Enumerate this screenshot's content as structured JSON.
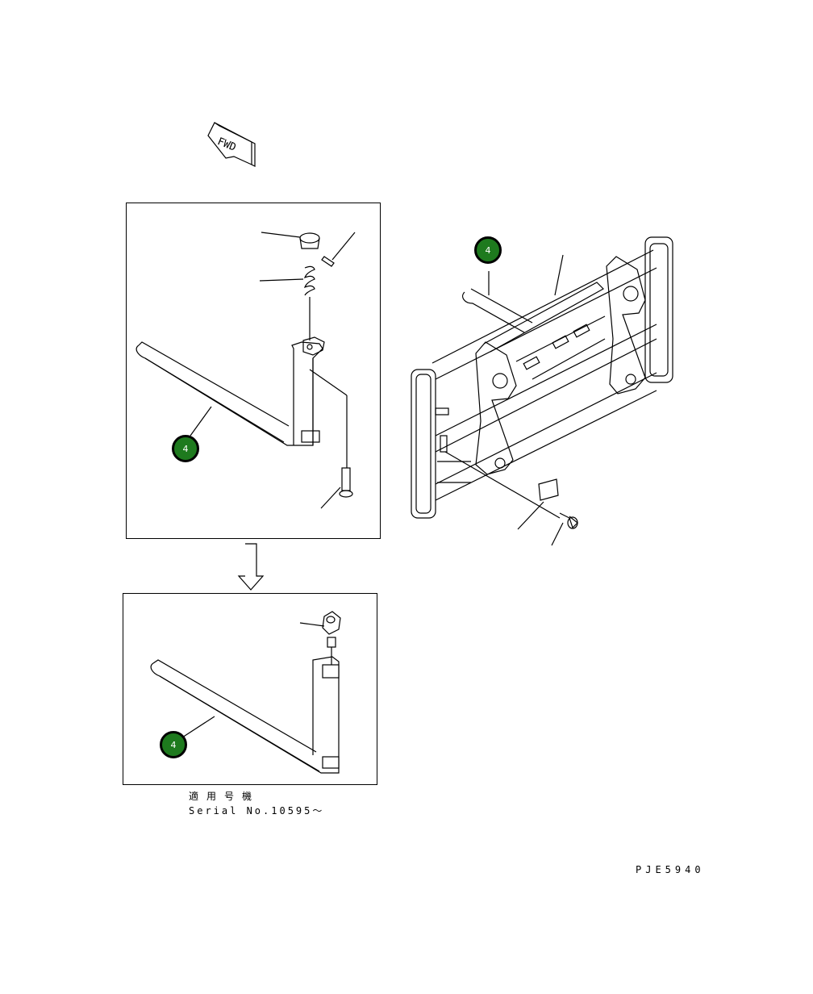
{
  "fwd_label": "FWD",
  "markers": [
    {
      "label": "4"
    },
    {
      "label": "4"
    },
    {
      "label": "4"
    }
  ],
  "serial_caption_jp": "適用号機",
  "serial_caption": "Serial No.10595～",
  "drawing_code": "PJE5940",
  "colors": {
    "marker_fill": "#1e7a1e",
    "line": "#000000",
    "background": "#ffffff"
  }
}
